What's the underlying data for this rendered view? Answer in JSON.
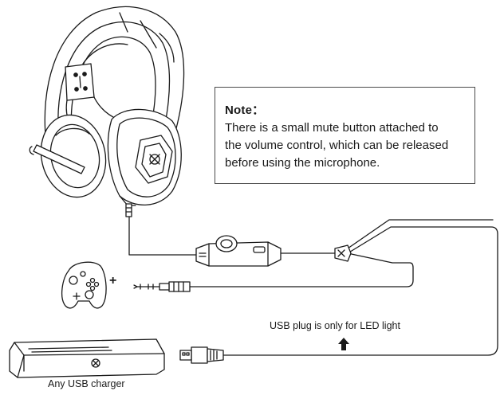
{
  "note": {
    "title": "Note：",
    "lines": [
      "There is a small mute button attached to",
      "the volume control, which can be released",
      "before using the microphone."
    ]
  },
  "usb_caption": "USB plug is only for LED light",
  "charger_caption": "Any USB charger",
  "plus_sign": "+",
  "line_color": "#1a1a1a",
  "fill_color": "#ffffff"
}
